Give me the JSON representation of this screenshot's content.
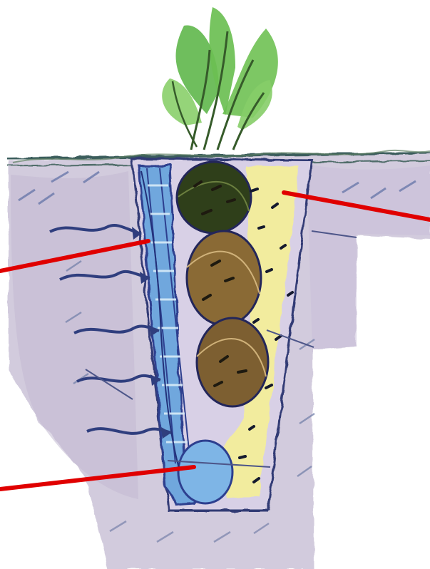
{
  "diagram": {
    "type": "cross-section illustration",
    "components": [
      {
        "key": "plant",
        "color": "#63b84f"
      },
      {
        "key": "ground-surface",
        "color": "#3b5d5b"
      },
      {
        "key": "soil",
        "color": "#cbc3d8"
      },
      {
        "key": "trench",
        "color": "#d8d0e6"
      },
      {
        "key": "drainage-pipe",
        "color": "#6fa7dd"
      },
      {
        "key": "sand-fill",
        "color": "#f4ee9b"
      },
      {
        "key": "organic-bales",
        "color": "#8a6a35"
      },
      {
        "key": "water-flow-arrows",
        "color": "#2f3e7e"
      },
      {
        "key": "callout-lines",
        "color": "#e00000"
      }
    ],
    "callouts": [
      {
        "target": "sand-fill",
        "label": ""
      },
      {
        "target": "drainage-pipe",
        "label": ""
      },
      {
        "target": "bottom-collector-pipe",
        "label": ""
      }
    ]
  }
}
